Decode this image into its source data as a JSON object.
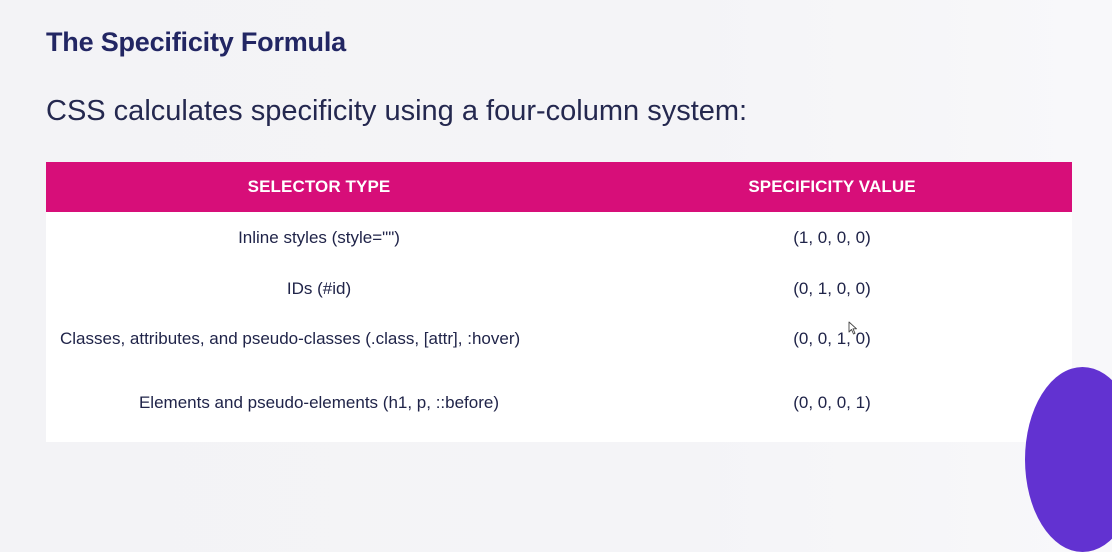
{
  "slide": {
    "title": "The Specificity Formula",
    "subtitle": "CSS calculates specificity using a four-column system:"
  },
  "table": {
    "headers": [
      "SELECTOR TYPE",
      "SPECIFICITY VALUE"
    ],
    "rows": [
      [
        "Inline styles (style=\"\")",
        "(1, 0, 0, 0)"
      ],
      [
        "IDs (#id)",
        "(0, 1, 0, 0)"
      ],
      [
        "Classes, attributes, and pseudo-classes (.class, [attr], :hover)",
        "(0, 0, 1, 0)"
      ],
      [
        "Elements and pseudo-elements (h1, p, ::before)",
        "(0, 0, 0, 1)"
      ]
    ]
  },
  "colors": {
    "title": "#222663",
    "header_bg": "#d70e79",
    "header_text": "#ffffff",
    "body_text": "#202449",
    "accent_shape": "#6232d1"
  },
  "icons": {
    "cursor": "mouse-pointer-icon"
  }
}
